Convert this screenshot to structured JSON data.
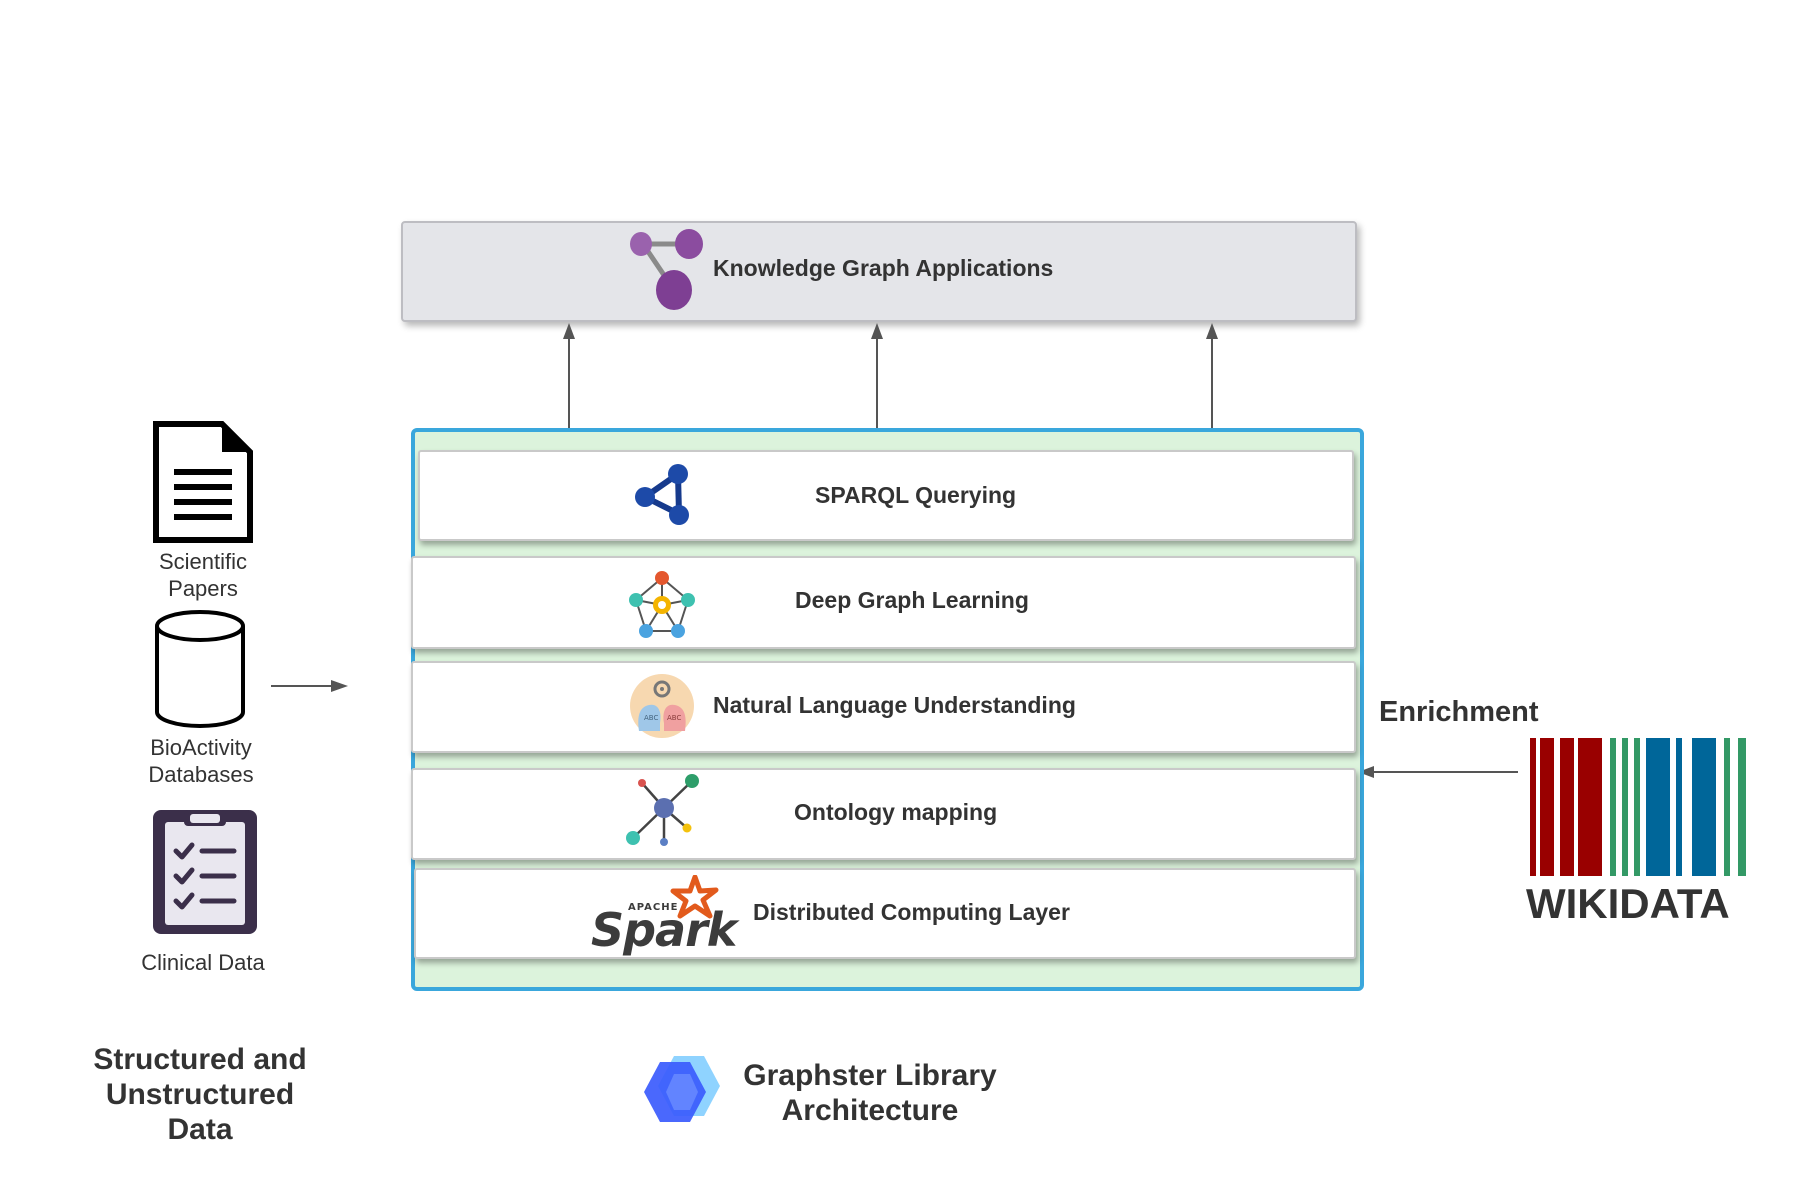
{
  "top_box": {
    "label": "Knowledge Graph Applications"
  },
  "layers": [
    {
      "label": "SPARQL Querying"
    },
    {
      "label": "Deep Graph Learning"
    },
    {
      "label": "Natural Language Understanding"
    },
    {
      "label": "Ontology mapping"
    },
    {
      "label": "Distributed Computing Layer"
    }
  ],
  "spark_logo": {
    "small_text": "APACHE",
    "word": "Spark"
  },
  "sources": {
    "items": [
      {
        "label_line1": "Scientific",
        "label_line2": "Papers"
      },
      {
        "label_line1": "BioActivity",
        "label_line2": "Databases"
      },
      {
        "label_line1": "Clinical Data"
      }
    ],
    "caption_lines": [
      "Structured and",
      "Unstructured",
      "Data"
    ]
  },
  "library": {
    "caption_lines": [
      "Graphster Library",
      "Architecture"
    ]
  },
  "enrichment": {
    "label": "Enrichment",
    "logo_text": "WIKIDATA",
    "barcode_colors": [
      "#990000",
      "#339966",
      "#006699"
    ]
  },
  "colors": {
    "frame_border": "#3aa7dc",
    "frame_fill": "#dcf3dc",
    "app_box_fill": "#e4e5e9",
    "graph_icon": "#8e4ea0"
  }
}
